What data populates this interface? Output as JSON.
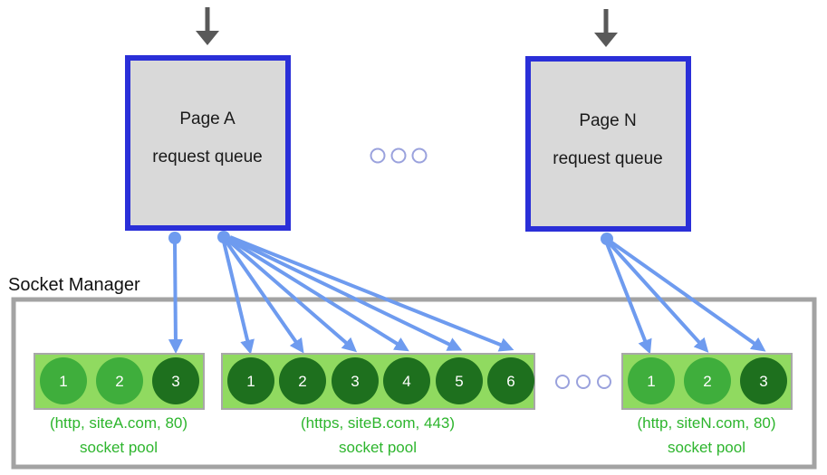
{
  "colors": {
    "queue_border": "#2a2fd8",
    "queue_fill": "#d9d9d9",
    "incoming_arrow": "#595959",
    "connection_blue": "#6e9bef",
    "pool_background": "#90da60",
    "pool_border": "#a8a8a8",
    "socket_idle": "#3fae3c",
    "socket_busy": "#1e701e",
    "pool_text_green": "#2db52d",
    "manager_border": "#a3a3a3",
    "ellipsis_stroke": "#9aa2dd"
  },
  "queues": [
    {
      "title": "Page A",
      "subtitle": "request queue"
    },
    {
      "title": "Page N",
      "subtitle": "request queue"
    }
  ],
  "manager": {
    "label": "Socket Manager"
  },
  "pools": [
    {
      "address": "(http, siteA.com, 80)",
      "label": "socket pool",
      "sockets": [
        {
          "num": "1",
          "state": "idle",
          "fill": "#3fae3c"
        },
        {
          "num": "2",
          "state": "idle",
          "fill": "#3fae3c"
        },
        {
          "num": "3",
          "state": "busy",
          "fill": "#1e701e"
        }
      ]
    },
    {
      "address": "(https, siteB.com, 443)",
      "label": "socket pool",
      "sockets": [
        {
          "num": "1",
          "state": "busy",
          "fill": "#1e701e"
        },
        {
          "num": "2",
          "state": "busy",
          "fill": "#1e701e"
        },
        {
          "num": "3",
          "state": "busy",
          "fill": "#1e701e"
        },
        {
          "num": "4",
          "state": "busy",
          "fill": "#1e701e"
        },
        {
          "num": "5",
          "state": "busy",
          "fill": "#1e701e"
        },
        {
          "num": "6",
          "state": "busy",
          "fill": "#1e701e"
        }
      ]
    },
    {
      "address": "(http, siteN.com, 80)",
      "label": "socket pool",
      "sockets": [
        {
          "num": "1",
          "state": "idle",
          "fill": "#3fae3c"
        },
        {
          "num": "2",
          "state": "idle",
          "fill": "#3fae3c"
        },
        {
          "num": "3",
          "state": "busy",
          "fill": "#1e701e"
        }
      ]
    }
  ]
}
